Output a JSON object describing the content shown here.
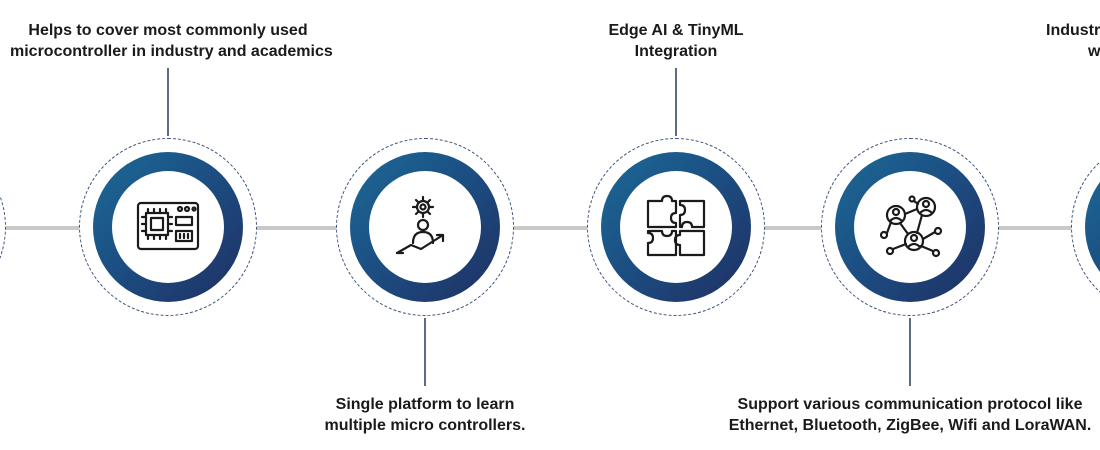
{
  "steps": [
    {
      "line1": "Helps to cover most commonly used",
      "line2": "microcontroller in industry and academics",
      "icon": "microcontroller-board-icon",
      "position": "top"
    },
    {
      "line1": "Single platform to learn",
      "line2": "multiple micro controllers.",
      "icon": "person-gear-growth-icon",
      "position": "bottom"
    },
    {
      "line1": "Edge AI & TinyML",
      "line2": "Integration",
      "icon": "puzzle-pieces-icon",
      "position": "top"
    },
    {
      "line1": "Support various communication protocol like",
      "line2": "Ethernet, Bluetooth, ZigBee, Wifi and LoraWAN.",
      "icon": "network-people-icon",
      "position": "bottom"
    },
    {
      "line1": "Industr",
      "line2": "w",
      "icon": "",
      "position": "top"
    }
  ],
  "colors": {
    "ring_dark": "#1f2f63",
    "ring_light": "#1b6a97",
    "timeline": "#c9c9c9",
    "connector": "#5a6c86",
    "text": "#1a1a1a"
  }
}
